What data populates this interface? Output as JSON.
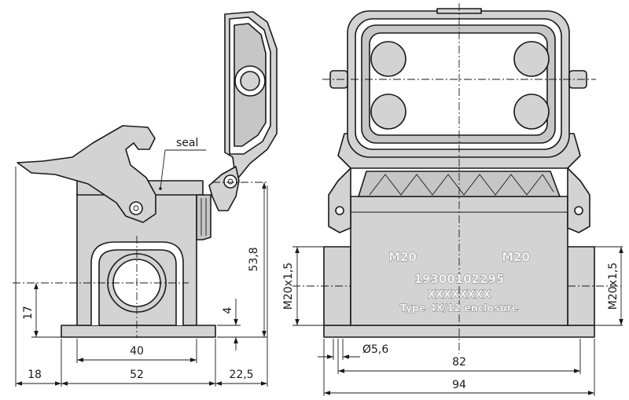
{
  "drawing": {
    "side_view": {
      "label_seal": "seal",
      "dims": {
        "d40": "40",
        "d52": "52",
        "d18": "18",
        "d22_5": "22,5",
        "d17": "17",
        "d4": "4",
        "d53_8": "53,8"
      }
    },
    "front_view": {
      "marking_left": "M20",
      "marking_right": "M20",
      "part_number": "19300102295",
      "serial_mark": "XXXXXXXX",
      "enclosure_type": "Type 4X/12 enclosure",
      "dims": {
        "d82": "82",
        "d94": "94",
        "dia5_6": "Ø5,6",
        "thread_left": "M20x1,5",
        "thread_right": "M20x1,5"
      }
    }
  }
}
